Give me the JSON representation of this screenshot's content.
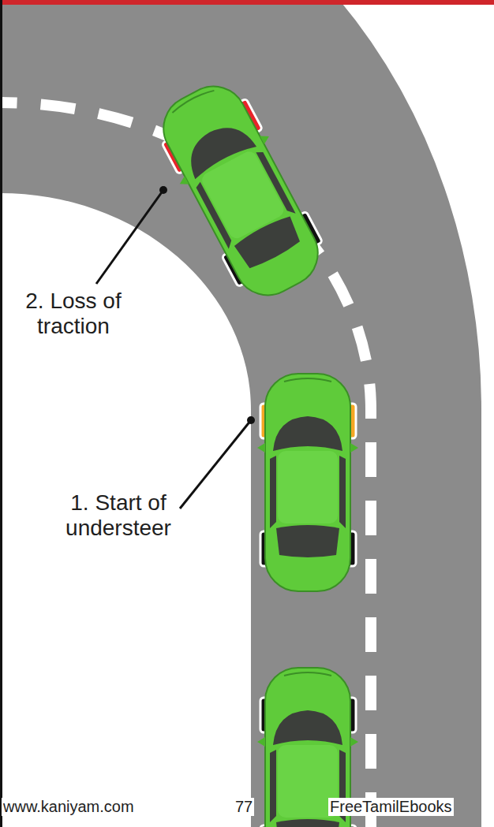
{
  "diagram": {
    "labels": [
      "2. Loss of traction",
      "1. Start of understeer",
      "www.kaniyam.com",
      "77",
      "FreeTamilEbooks"
    ]
  }
}
